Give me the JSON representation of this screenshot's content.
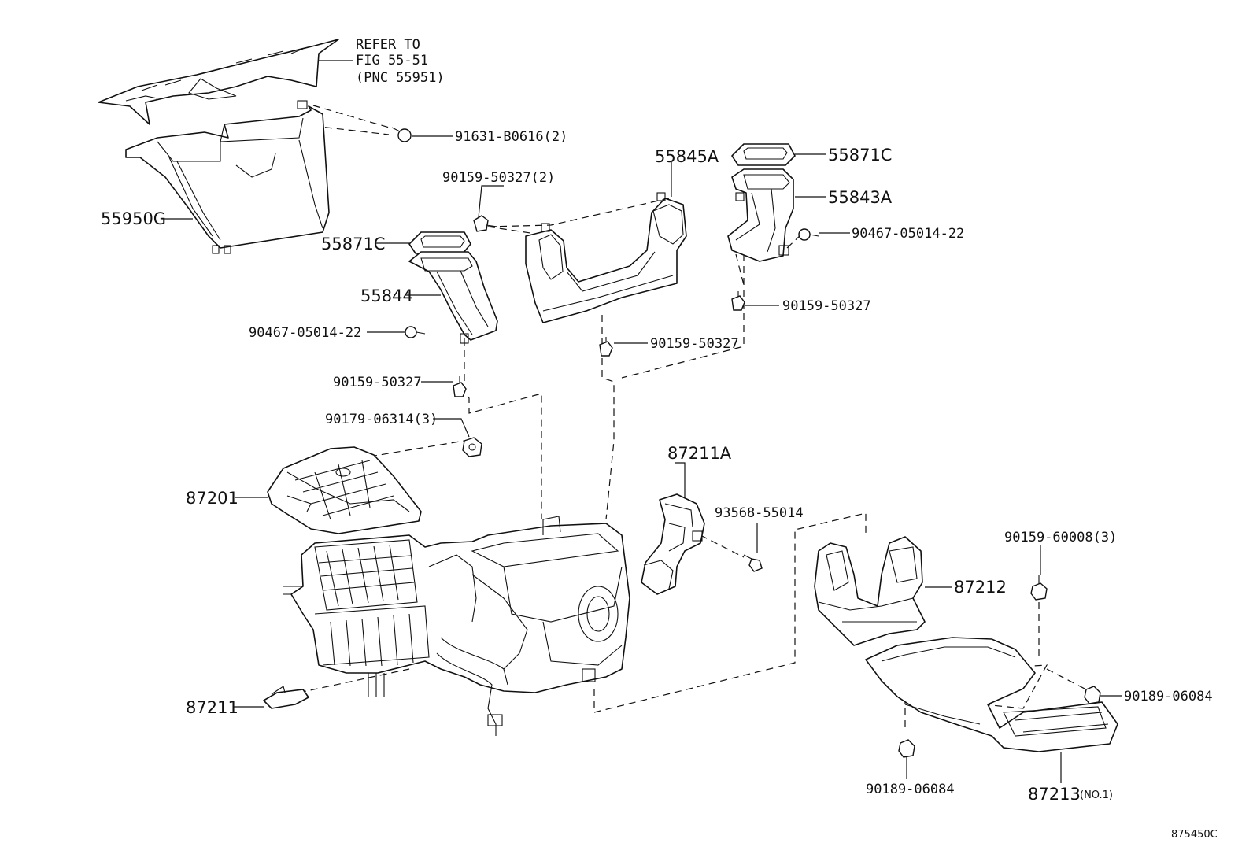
{
  "labels": {
    "refer_note_1": "REFER TO",
    "refer_note_2": "FIG 55-51",
    "refer_note_3": "(PNC 55951)",
    "screw_91631": "91631-B0616(2)",
    "duct_55950G": "55950G",
    "duct_55845A": "55845A",
    "pad_55871C_right": "55871C",
    "duct_55843A": "55843A",
    "bolt_90159_50327_2": "90159-50327(2)",
    "screw_90467_right": "90467-05014-22",
    "pad_55871C_left": "55871C",
    "duct_55844": "55844",
    "bolt_90159_50327_right": "90159-50327",
    "screw_90467_left": "90467-05014-22",
    "bolt_90159_50327_center": "90159-50327",
    "bolt_90159_50327_left": "90159-50327",
    "nut_90179_06314": "90179-06314(3)",
    "duct_87211A": "87211A",
    "case_87201": "87201",
    "screw_93568_55014": "93568-55014",
    "bolt_90159_60008": "90159-60008(3)",
    "duct_87212": "87212",
    "nut_90189_right": "90189-06084",
    "part_87211": "87211",
    "nut_90189_bottom": "90189-06084",
    "duct_87213": "87213",
    "duct_87213_suffix": "(NO.1)",
    "illustration_code": "875450C"
  }
}
